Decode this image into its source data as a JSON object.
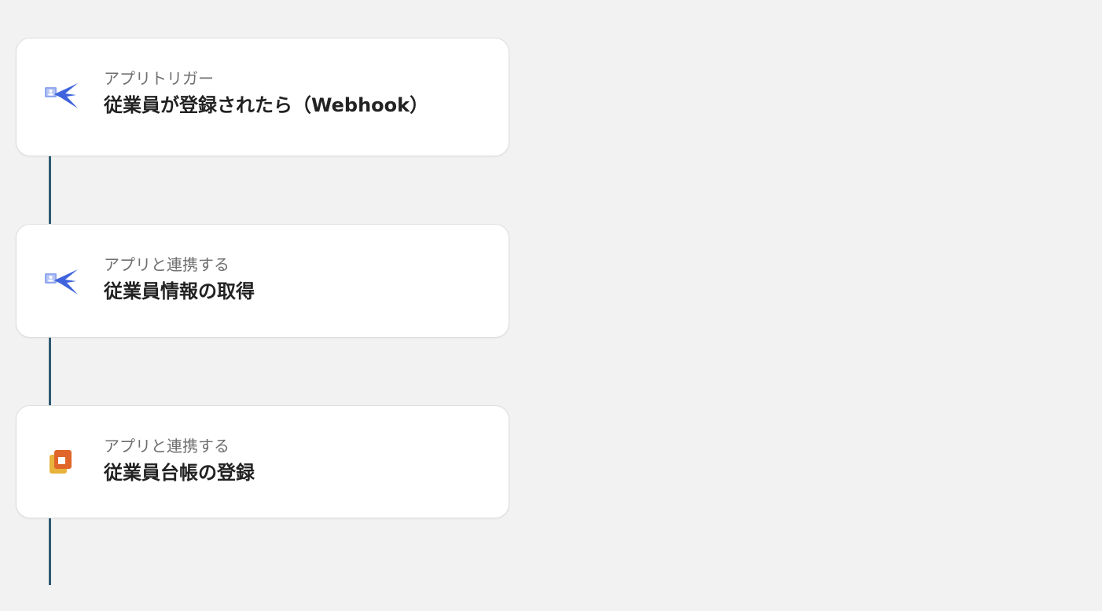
{
  "flow": {
    "steps": [
      {
        "subtitle": "アプリトリガー",
        "title": "従業員が登録されたら（Webhook）",
        "icon": "bird-app-icon"
      },
      {
        "subtitle": "アプリと連携する",
        "title": "従業員情報の取得",
        "icon": "bird-app-icon"
      },
      {
        "subtitle": "アプリと連携する",
        "title": "従業員台帳の登録",
        "icon": "overlapping-squares-icon"
      }
    ]
  },
  "colors": {
    "background": "#f2f2f2",
    "connector": "#2e5a73",
    "bird_blue": "#4a6fe0",
    "square_orange": "#e0662a",
    "square_yellow": "#e8b33c"
  }
}
